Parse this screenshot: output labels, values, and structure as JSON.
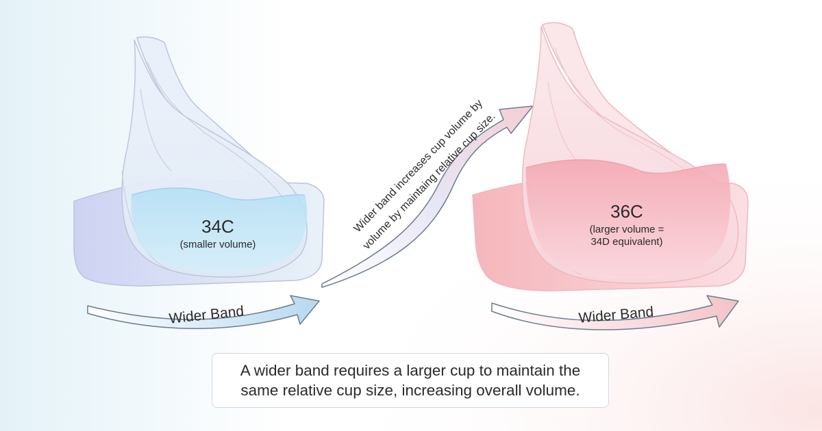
{
  "left_cup": {
    "size": "34C",
    "note": "(smaller volume)",
    "arrow_label": "Wider Band"
  },
  "right_cup": {
    "size": "36C",
    "note_line1": "(larger volume =",
    "note_line2": "34D equivalent)",
    "arrow_label": "Wider Band"
  },
  "curved_arrow": {
    "line1": "Wider band increases cup volume by",
    "line2": "volume by maintaing relative cup size."
  },
  "caption": "A wider band requires a larger cup to maintain the same relative cup size, increasing overall volume.",
  "colors": {
    "left_fill": "#a9dcf3",
    "left_outline": "#bcc4d8",
    "right_fill": "#f5a9b4",
    "right_outline": "#ecb8c0",
    "text": "#2a2a2a",
    "arrow_outline": "#6b7c8c"
  }
}
